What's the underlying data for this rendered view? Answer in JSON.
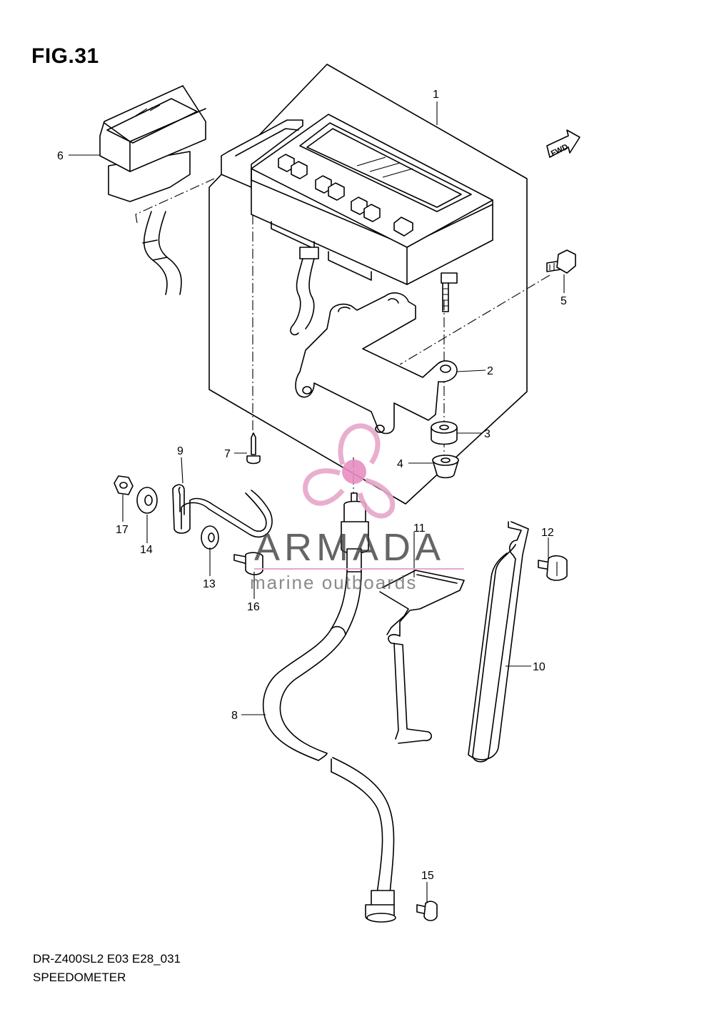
{
  "figure": {
    "title": "FIG.31",
    "model_code": "DR-Z400SL2 E03 E28_031",
    "section_name": "SPEEDOMETER",
    "fwd_label": "FWD"
  },
  "callouts": [
    {
      "id": "c1",
      "label": "1"
    },
    {
      "id": "c2",
      "label": "2"
    },
    {
      "id": "c3",
      "label": "3"
    },
    {
      "id": "c4",
      "label": "4"
    },
    {
      "id": "c5",
      "label": "5"
    },
    {
      "id": "c6",
      "label": "6"
    },
    {
      "id": "c7",
      "label": "7"
    },
    {
      "id": "c8",
      "label": "8"
    },
    {
      "id": "c9",
      "label": "9"
    },
    {
      "id": "c10",
      "label": "10"
    },
    {
      "id": "c11",
      "label": "11"
    },
    {
      "id": "c12",
      "label": "12"
    },
    {
      "id": "c13",
      "label": "13"
    },
    {
      "id": "c14",
      "label": "14"
    },
    {
      "id": "c15",
      "label": "15"
    },
    {
      "id": "c16",
      "label": "16"
    },
    {
      "id": "c17",
      "label": "17"
    }
  ],
  "watermark": {
    "brand": "ARMADA",
    "tagline": "marine outboards",
    "logo_color": "#e7a6c9",
    "logo_center_color": "#e88ec1"
  }
}
